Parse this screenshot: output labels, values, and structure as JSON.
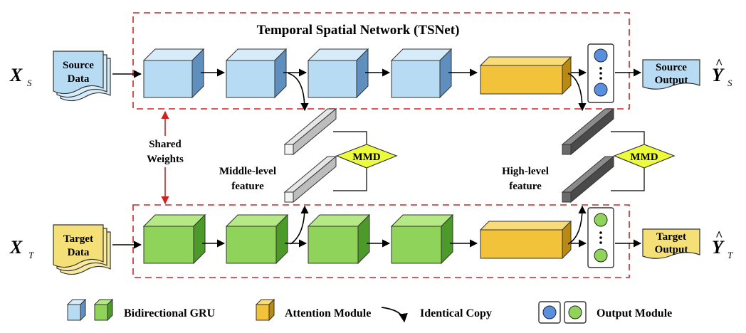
{
  "title": "Temporal Spatial Network (TSNet)",
  "inputs": {
    "source": {
      "symbol": "X",
      "subscript": "S",
      "doc_line1": "Source",
      "doc_line2": "Data"
    },
    "target": {
      "symbol": "X",
      "subscript": "T",
      "doc_line1": "Target",
      "doc_line2": "Data"
    }
  },
  "outputs": {
    "source": {
      "line1": "Source",
      "line2": "Output",
      "symbol": "Y",
      "subscript": "S"
    },
    "target": {
      "line1": "Target",
      "line2": "Output",
      "symbol": "Y",
      "subscript": "T"
    }
  },
  "shared_weights": {
    "line1": "Shared",
    "line2": "Weights"
  },
  "middle_feature": {
    "line1": "Middle-level",
    "line2": "feature"
  },
  "high_feature": {
    "line1": "High-level",
    "line2": "feature"
  },
  "mmd_label": "MMD",
  "legend": {
    "gru": "Bidirectional GRU",
    "attention": "Attention Module",
    "copy": "Identical Copy",
    "output": "Output Module"
  },
  "colors": {
    "blue_front": "#b8dbf4",
    "blue_top": "#d6ecfb",
    "blue_side": "#5f8fbf",
    "green_front": "#8fd35a",
    "green_top": "#b5e985",
    "green_side": "#4c9a2a",
    "gold_front": "#f2c23a",
    "gold_top": "#f8dc79",
    "gold_side": "#b88a12",
    "mmd": "#ecfb3a",
    "dashed": "#d62020",
    "dot_blue": "#5a8fe0",
    "dot_green": "#8fd35a"
  }
}
